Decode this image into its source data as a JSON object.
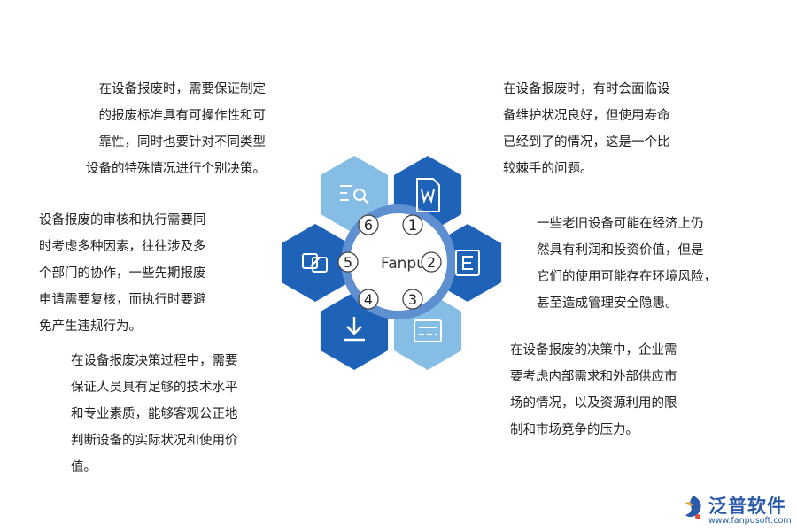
{
  "paragraphs": {
    "p1": [
      "在设备报废时，需要保证制定",
      "的报废标准具有可操作性和可",
      "靠性，同时也要针对不同类型",
      "设备的特殊情况进行个别决策。"
    ],
    "p2": [
      "设备报废的审核和执行需要同",
      "时考虑多种因素，往往涉及多",
      "个部门的协作，一些先期报废",
      "申请需要复核，而执行时要避",
      "免产生违规行为。"
    ],
    "p3": [
      "在设备报废决策过程中，需要",
      "保证人员具有足够的技术水平",
      "和专业素质，能够客观公正地",
      "判断设备的实际状况和使用价",
      "值。"
    ],
    "p4": [
      "在设备报废时，有时会面临设",
      "备维护状况良好，但使用寿命",
      "已经到了的情况，这是一个比",
      "较棘手的问题。"
    ],
    "p5": [
      "一些老旧设备可能在经济上仍",
      "然具有利润和投资价值，但是",
      "它们的使用可能存在环境风险，",
      "甚至造成管理安全隐患。"
    ],
    "p6": [
      "在设备报废的决策中，企业需",
      "要考虑内部需求和外部供应市",
      "场的情况，以及资源利用的限",
      "制和市场竞争的压力。"
    ]
  },
  "center_label": "Fanpu",
  "numbers": [
    "1",
    "2",
    "3",
    "4",
    "5",
    "6"
  ],
  "icons": [
    "word-document-icon",
    "e-document-icon",
    "message-card-icon",
    "download-icon",
    "link-icon",
    "search-list-icon"
  ],
  "colors": {
    "hex_dark": "#1f63b8",
    "hex_light": "#86bde4",
    "ring": "#5d8fd1"
  },
  "logo": {
    "brand": "泛普软件",
    "url": "www.fanpusoft.com"
  }
}
